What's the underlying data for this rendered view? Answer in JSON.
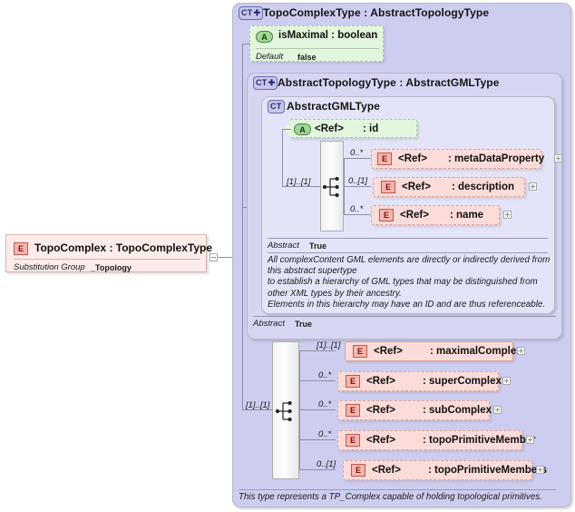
{
  "diagram": {
    "kind": "xml-schema-diagram",
    "colors": {
      "panel_outer": "#cdcdf0",
      "panel_mid": "#d6d6f3",
      "panel_inner": "#e4e4f8",
      "element_fill": "#fbdcd9",
      "attribute_fill": "#e2f6dd",
      "root_fill": "#fdecea"
    }
  },
  "root_element": {
    "badge": "E",
    "title": "TopoComplex : TopoComplexType",
    "property_key": "Substitution Group",
    "property_value": "_Topology",
    "collapse_icon": "collapse-icon"
  },
  "outer_type": {
    "badge": "CT",
    "badge_state": "expanded-plus",
    "title": "TopoComplexType : AbstractTopologyType",
    "attribute": {
      "badge": "A",
      "name": "isMaximal : boolean",
      "property_key": "Default",
      "property_value": "false"
    },
    "footer_doc": "This type represents a TP_Complex capable of holding topological primitives.",
    "sequence": {
      "cardinality": "[1]..[1]",
      "items": [
        {
          "badge": "E",
          "ref": "<Ref>",
          "name": ": maximalComplex",
          "cardinality": "[1]..[1]",
          "required": true,
          "expandable": true
        },
        {
          "badge": "E",
          "ref": "<Ref>",
          "name": ": superComplex",
          "cardinality": "0..*",
          "required": false,
          "expandable": true
        },
        {
          "badge": "E",
          "ref": "<Ref>",
          "name": ": subComplex",
          "cardinality": "0..*",
          "required": false,
          "expandable": true
        },
        {
          "badge": "E",
          "ref": "<Ref>",
          "name": ": topoPrimitiveMember",
          "cardinality": "0..*",
          "required": false,
          "expandable": true
        },
        {
          "badge": "E",
          "ref": "<Ref>",
          "name": ": topoPrimitiveMembers",
          "cardinality": "0..[1]",
          "required": false,
          "expandable": true
        }
      ]
    }
  },
  "mid_type": {
    "badge": "CT",
    "badge_state": "expanded-plus",
    "title": "AbstractTopologyType : AbstractGMLType",
    "abstract_key": "Abstract",
    "abstract_value": "True"
  },
  "inner_type": {
    "badge": "CT",
    "badge_state": "collapsed",
    "title": "AbstractGMLType",
    "attribute": {
      "badge": "A",
      "ref": "<Ref>",
      "name": ": id"
    },
    "sequence": {
      "cardinality": "[1]..[1]",
      "items": [
        {
          "badge": "E",
          "ref": "<Ref>",
          "name": ": metaDataProperty",
          "cardinality": "0..*",
          "required": false,
          "expandable": true
        },
        {
          "badge": "E",
          "ref": "<Ref>",
          "name": ": description",
          "cardinality": "0..[1]",
          "required": false,
          "expandable": true
        },
        {
          "badge": "E",
          "ref": "<Ref>",
          "name": ": name",
          "cardinality": "0..*",
          "required": false,
          "expandable": true
        }
      ]
    },
    "abstract_key": "Abstract",
    "abstract_value": "True",
    "documentation": "All complexContent GML elements are directly or indirectly derived from\nthis abstract supertype\nto establish a hierarchy of GML types that may be distinguished from\nother XML types by their ancestry.\nElements in this hierarchy may have an ID and are thus referenceable."
  }
}
